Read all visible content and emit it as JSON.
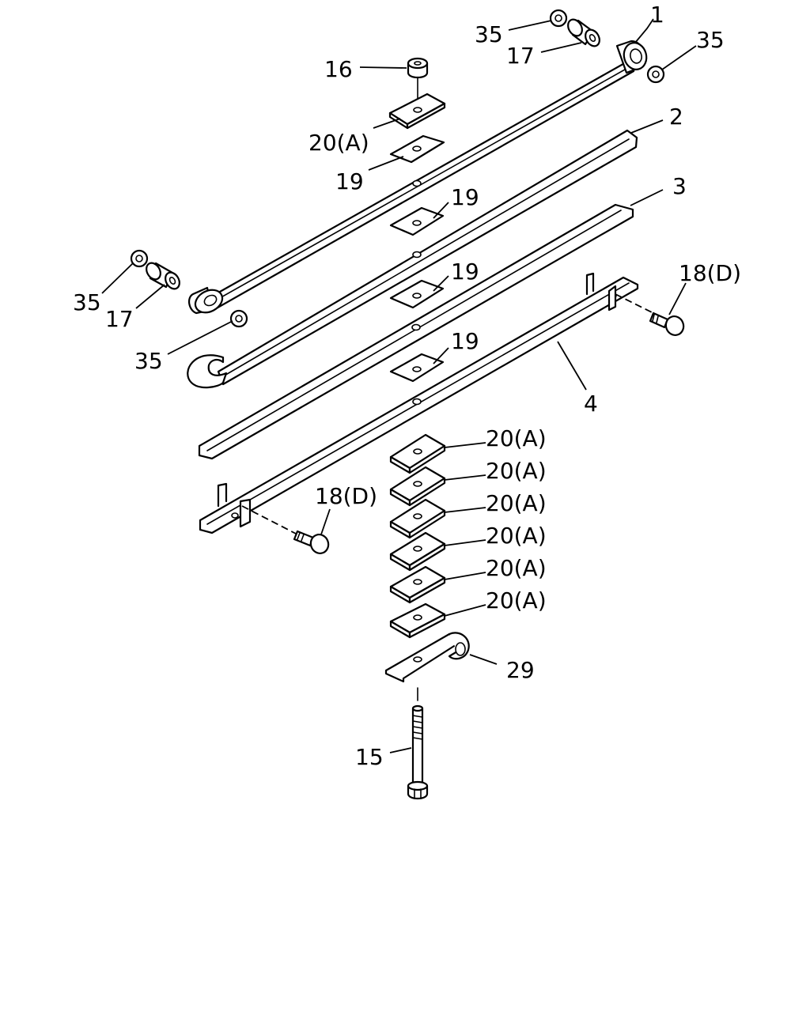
{
  "diagram": {
    "labels": {
      "leaf_1": "1",
      "leaf_2": "2",
      "leaf_3": "3",
      "leaf_4": "4",
      "bolt_15": "15",
      "nut_16": "16",
      "bushing_17_top": "17",
      "bushing_17_left": "17",
      "clip_bolt_18_right": "18(D)",
      "clip_bolt_18_left": "18(D)",
      "pad_19_top": "19",
      "pad_19_a": "19",
      "pad_19_b": "19",
      "pad_19_c": "19",
      "spacer_20_top": "20(A)",
      "spacer_20_1": "20(A)",
      "spacer_20_2": "20(A)",
      "spacer_20_3": "20(A)",
      "spacer_20_4": "20(A)",
      "spacer_20_5": "20(A)",
      "spacer_20_6": "20(A)",
      "plate_29": "29",
      "washer_35_top_left": "35",
      "washer_35_top_right": "35",
      "washer_35_left": "35",
      "washer_35_mid": "35"
    }
  }
}
